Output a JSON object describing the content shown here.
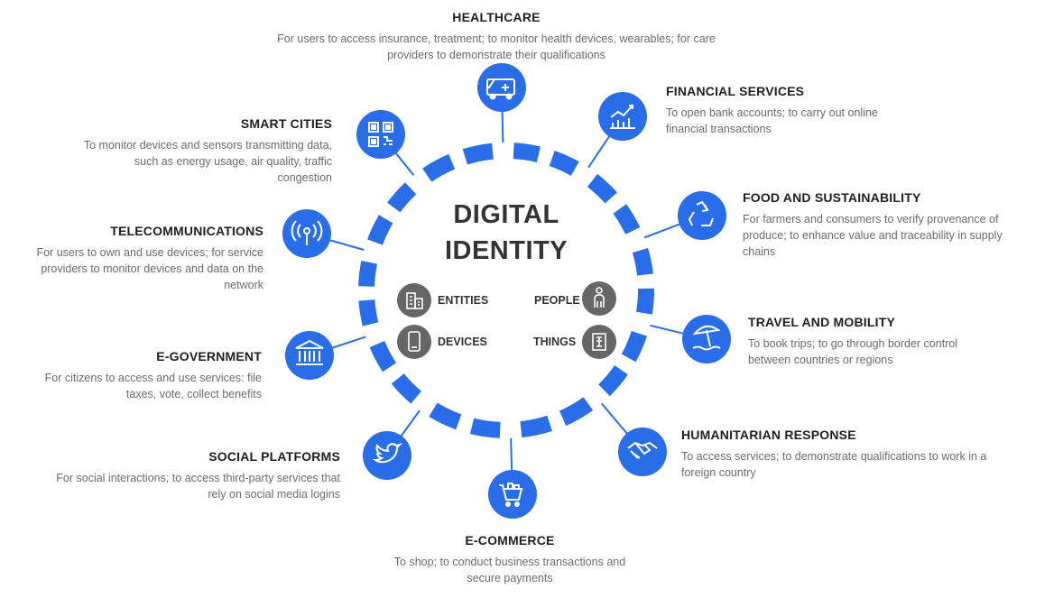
{
  "center": {
    "line1": "DIGITAL",
    "line2": "IDENTITY"
  },
  "categories": [
    {
      "label": "ENTITIES",
      "icon": "building-icon"
    },
    {
      "label": "PEOPLE",
      "icon": "people-icon"
    },
    {
      "label": "DEVICES",
      "icon": "phone-icon"
    },
    {
      "label": "THINGS",
      "icon": "chip-icon"
    }
  ],
  "sectors": [
    {
      "key": "healthcare",
      "title": "HEALTHCARE",
      "desc": "For users to access insurance, treatment; to monitor health devices, wearables; for care providers to demonstrate their qualifications",
      "icon": "ambulance-icon"
    },
    {
      "key": "financial",
      "title": "FINANCIAL SERVICES",
      "desc": "To open bank accounts; to carry out online financial transactions",
      "icon": "chart-icon"
    },
    {
      "key": "food",
      "title": "FOOD AND SUSTAINABILITY",
      "desc": "For farmers and consumers to verify provenance of produce; to enhance value and traceability in supply chains",
      "icon": "recycle-icon"
    },
    {
      "key": "travel",
      "title": "TRAVEL AND MOBILITY",
      "desc": "To book trips; to go through border control between countries or regions",
      "icon": "beach-icon"
    },
    {
      "key": "humanitarian",
      "title": "HUMANITARIAN RESPONSE",
      "desc": "To access services; to demonstrate qualifications to work in a foreign country",
      "icon": "handshake-icon"
    },
    {
      "key": "ecommerce",
      "title": "E-COMMERCE",
      "desc": "To shop; to conduct business transactions and secure payments",
      "icon": "cart-icon"
    },
    {
      "key": "social",
      "title": "SOCIAL PLATFORMS",
      "desc": "For social interactions; to access third-party services that rely on social media logins",
      "icon": "bird-icon"
    },
    {
      "key": "egov",
      "title": "E-GOVERNMENT",
      "desc": "For citizens to access and use services: file taxes, vote, collect benefits",
      "icon": "government-building-icon"
    },
    {
      "key": "telecom",
      "title": "TELECOMMUNICATIONS",
      "desc": "For users to own and use devices; for service providers to monitor devices and data on the network",
      "icon": "signal-icon"
    },
    {
      "key": "smartcities",
      "title": "SMART CITIES",
      "desc": "To monitor devices and sensors transmitting data, such as energy usage, air quality, traffic congestion",
      "icon": "qr-code-icon"
    }
  ],
  "colors": {
    "ring": "#2a6de8",
    "node": "#2a6de8",
    "category_icon": "#666666"
  }
}
